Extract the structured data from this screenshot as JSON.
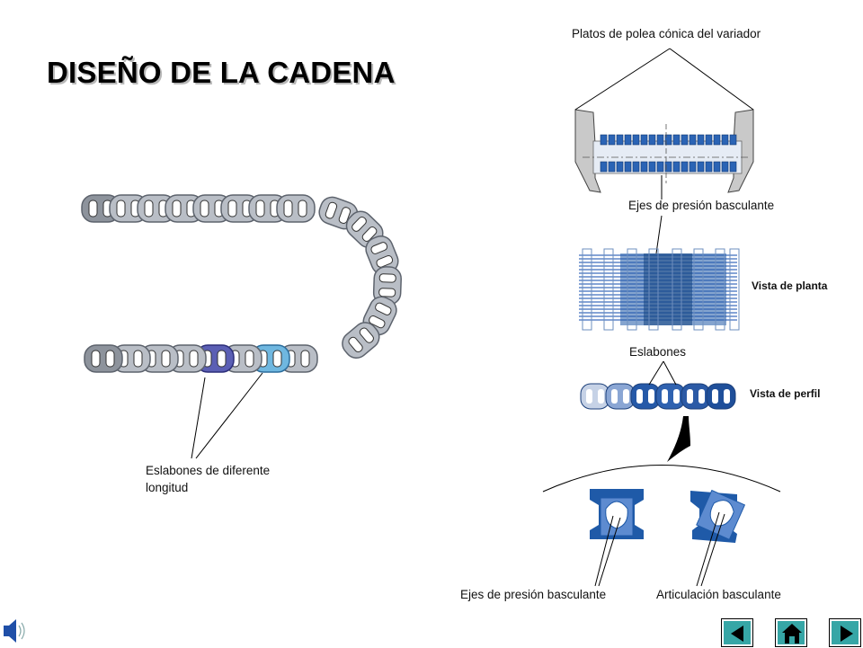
{
  "slide": {
    "title": "DISEÑO DE LA CADENA"
  },
  "labels": {
    "platos": "Platos de polea cónica del variador",
    "ejes_top": "Ejes de presión basculante",
    "vista_planta": "Vista de planta",
    "eslabones": "Eslabones",
    "vista_perfil": "Vista de perfil",
    "eslabones_diferente": "Eslabones de diferente longitud",
    "ejes_bottom": "Ejes de presión basculante",
    "articulacion": "Articulación basculante"
  },
  "icons": {
    "sound": "speaker-icon",
    "prev": "triangle-left-icon",
    "home": "home-icon",
    "next": "triangle-right-icon"
  },
  "colors": {
    "teal": "#36a6a6",
    "blue": "#1f5aa8",
    "grey_link": "#b9bec6",
    "purple_link": "#5b5fb4",
    "light_blue_link": "#6fb7e0"
  }
}
